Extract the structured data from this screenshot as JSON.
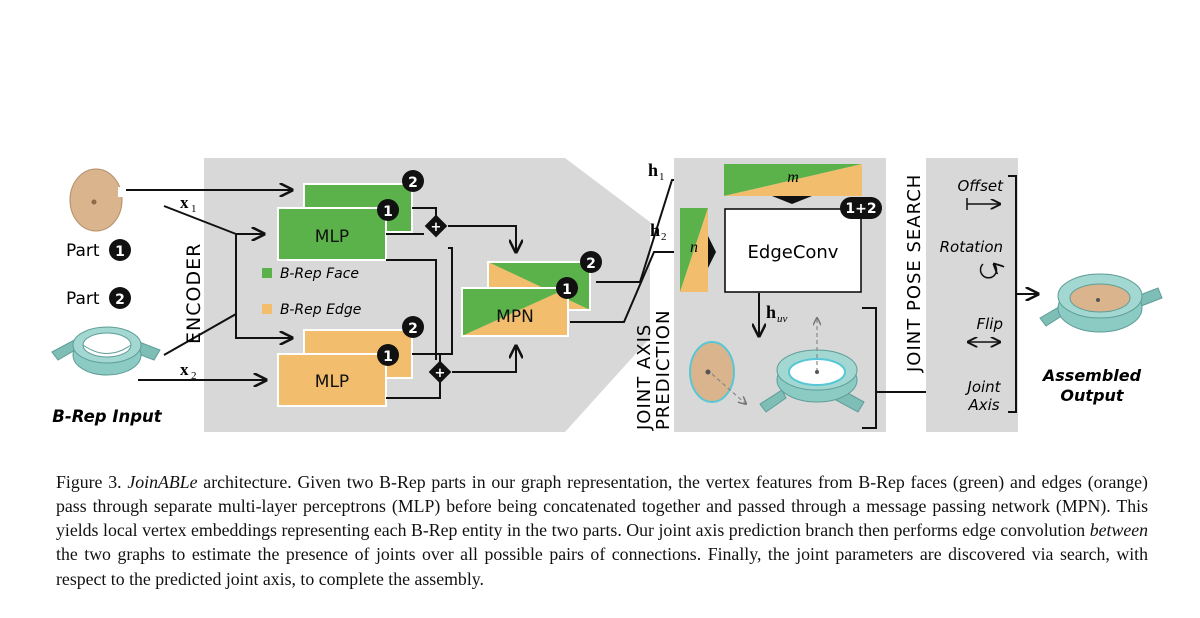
{
  "figure": {
    "inputs": {
      "part1_label": "Part",
      "part1_badge": "1",
      "part2_label": "Part",
      "part2_badge": "2",
      "brep_input_label": "B-Rep Input",
      "x1": "x",
      "x1_sub": "1",
      "x2": "x",
      "x2_sub": "2"
    },
    "encoder": {
      "title": "ENCODER",
      "mlp_top": "MLP",
      "mlp_bottom": "MLP",
      "badge_1": "1",
      "badge_2": "2",
      "legend_face": "B-Rep Face",
      "legend_edge": "B-Rep Edge",
      "mpn": "MPN"
    },
    "joint_axis_prediction": {
      "title_line1": "JOINT AXIS",
      "title_line2": "PREDICTION",
      "h1": "h",
      "h1_sub": "1",
      "h2": "h",
      "h2_sub": "2",
      "m": "m",
      "n": "n",
      "edgeconv": "EdgeConv",
      "badge_12": "1+2",
      "huv": "h",
      "huv_sub": "uv"
    },
    "joint_pose_search": {
      "title": "JOINT POSE SEARCH",
      "offset": "Offset",
      "rotation": "Rotation",
      "flip": "Flip",
      "joint_axis_line1": "Joint",
      "joint_axis_line2": "Axis"
    },
    "output": {
      "line1": "Assembled",
      "line2": "Output"
    },
    "colors": {
      "panel_gray": "#d8d8d8",
      "face_green": "#5cb24a",
      "edge_orange": "#f2bd6c",
      "part_tan": "#d9b48c",
      "part_teal": "#8ccac4"
    }
  },
  "caption": {
    "label": "Figure 3.",
    "name": "JoinABLe",
    "text_a": " architecture.  Given two B-Rep parts in our graph representation, the vertex features from B-Rep faces (green) and edges (orange) pass through separate multi-layer perceptrons (MLP) before being concatenated together and passed through a message passing network (MPN). This yields local vertex embeddings representing each B-Rep entity in the two parts.  Our joint axis prediction branch then performs edge convolution ",
    "emph": "between",
    "text_b": " the two graphs to estimate the presence of joints over all possible pairs of connections. Finally, the joint parameters are discovered via search, with respect to the predicted joint axis, to complete the assembly."
  }
}
